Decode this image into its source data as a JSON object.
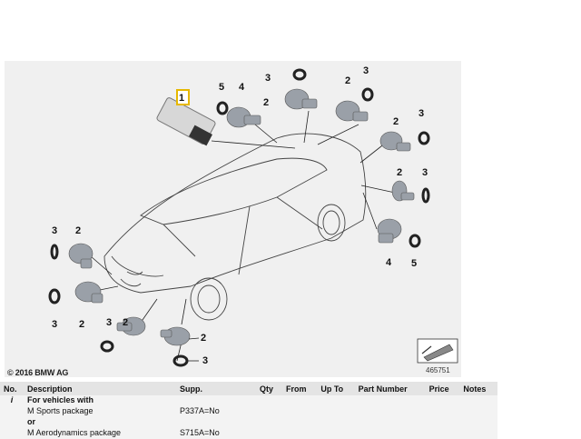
{
  "diagram": {
    "part_numbers": [
      "1",
      "2",
      "3",
      "4",
      "5"
    ],
    "reference_number": "465751"
  },
  "copyright": "© 2016 BMW AG",
  "table": {
    "headers": [
      "No.",
      "Description",
      "Supp.",
      "Qty",
      "From",
      "Up To",
      "Part Number",
      "Price",
      "Notes"
    ],
    "rows": [
      {
        "no": "i",
        "description": "For vehicles with",
        "supp": ""
      },
      {
        "no": "",
        "description": "M Sports package",
        "supp": "P337A=No"
      },
      {
        "no": "",
        "description": "or",
        "supp": ""
      },
      {
        "no": "",
        "description": "M Aerodynamics package",
        "supp": "S715A=No"
      }
    ]
  }
}
